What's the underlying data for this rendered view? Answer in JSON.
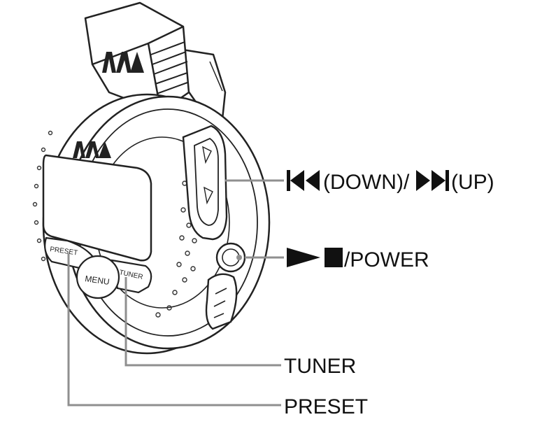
{
  "device": {
    "brand_logo": "AIWA",
    "buttons": {
      "menu": "MENU",
      "preset": "PRESET",
      "tuner": "TUNER"
    }
  },
  "callouts": {
    "skip": {
      "prev_icon": "skip-back-icon",
      "down_text": "(DOWN)/",
      "next_icon": "skip-forward-icon",
      "up_text": "(UP)"
    },
    "play": {
      "play_icon": "play-icon",
      "stop_icon": "stop-icon",
      "power_text": "/POWER"
    },
    "tuner": "TUNER",
    "preset": "PRESET"
  },
  "colors": {
    "line": "#222222",
    "leader": "#9a9a9a",
    "fill": "#ffffff"
  }
}
